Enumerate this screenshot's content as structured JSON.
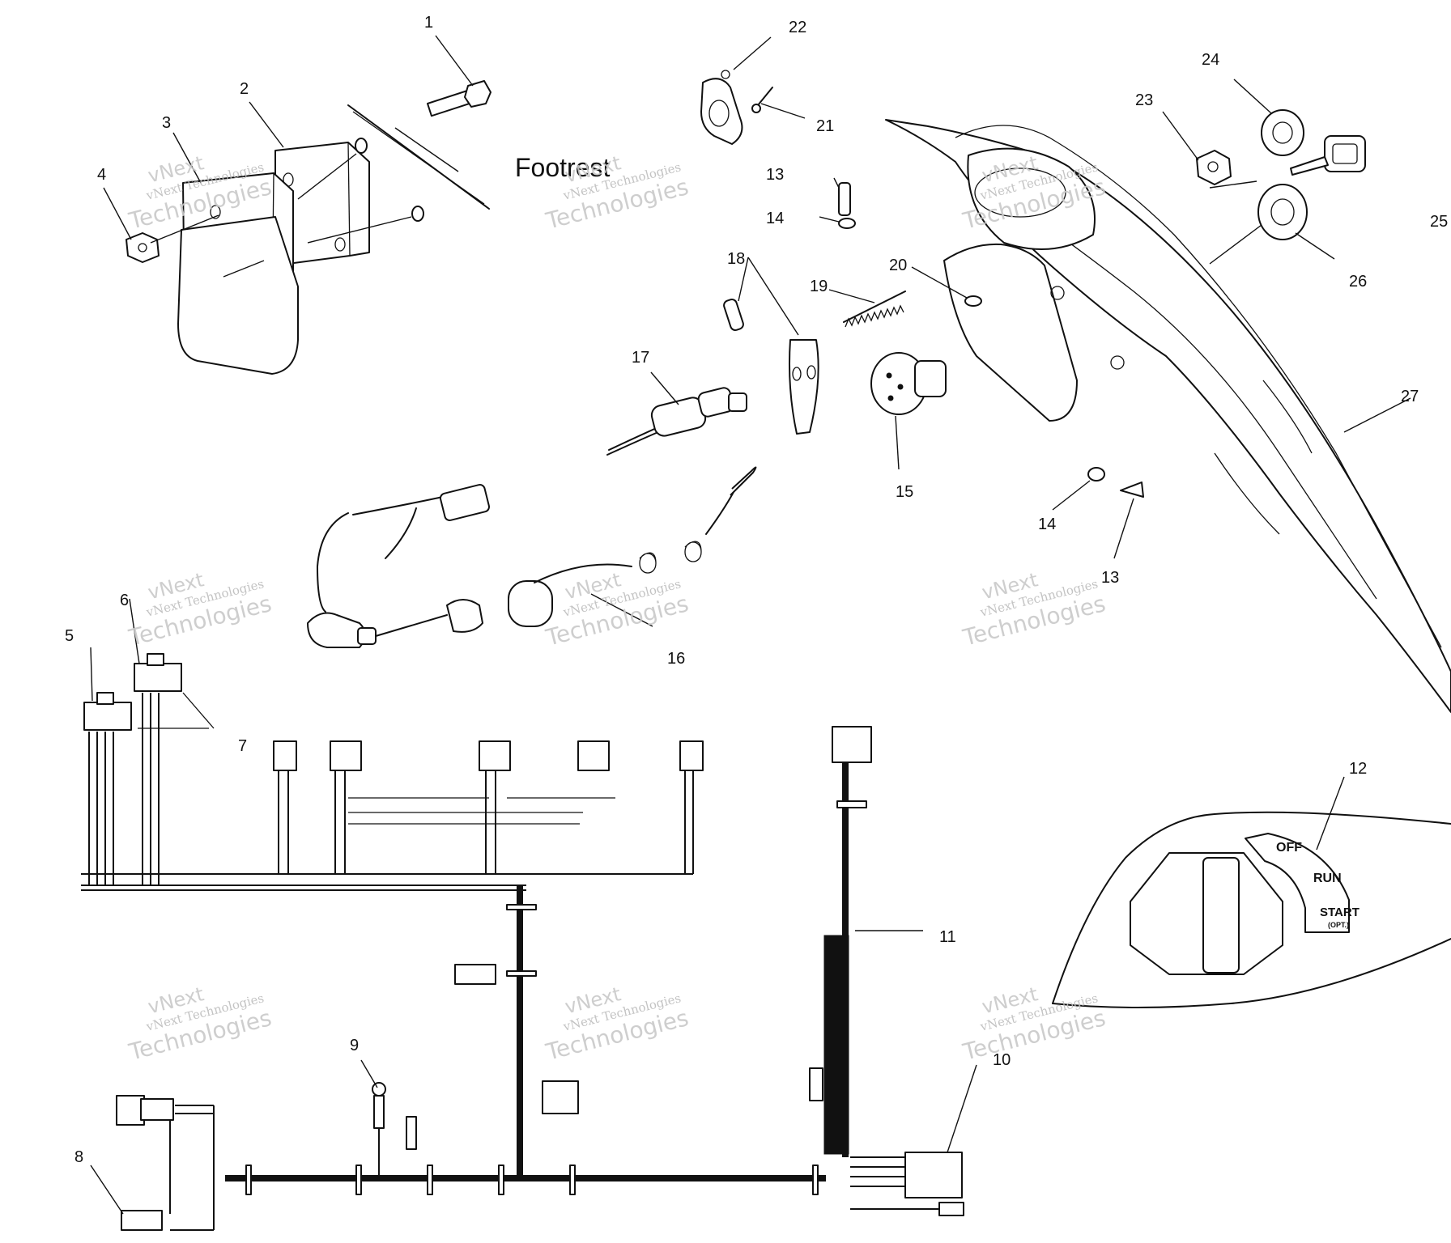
{
  "labels": {
    "footrest": "Footrest",
    "switch_off": "OFF",
    "switch_run": "RUN",
    "switch_start": "START",
    "switch_opt": "(OPT.)"
  },
  "watermark": {
    "line1": "vNext",
    "line2": "vNext Technologies",
    "line3": "Technologies"
  },
  "callouts": [
    {
      "id": "c1",
      "text": "1"
    },
    {
      "id": "c2",
      "text": "2"
    },
    {
      "id": "c3",
      "text": "3"
    },
    {
      "id": "c4",
      "text": "4"
    },
    {
      "id": "c5",
      "text": "5"
    },
    {
      "id": "c6",
      "text": "6"
    },
    {
      "id": "c7",
      "text": "7"
    },
    {
      "id": "c8",
      "text": "8"
    },
    {
      "id": "c9",
      "text": "9"
    },
    {
      "id": "c10",
      "text": "10"
    },
    {
      "id": "c11",
      "text": "11"
    },
    {
      "id": "c12",
      "text": "12"
    },
    {
      "id": "c13a",
      "text": "13"
    },
    {
      "id": "c14a",
      "text": "14"
    },
    {
      "id": "c13b",
      "text": "13"
    },
    {
      "id": "c14b",
      "text": "14"
    },
    {
      "id": "c15",
      "text": "15"
    },
    {
      "id": "c16",
      "text": "16"
    },
    {
      "id": "c17",
      "text": "17"
    },
    {
      "id": "c18",
      "text": "18"
    },
    {
      "id": "c19",
      "text": "19"
    },
    {
      "id": "c20",
      "text": "20"
    },
    {
      "id": "c21",
      "text": "21"
    },
    {
      "id": "c22",
      "text": "22"
    },
    {
      "id": "c23",
      "text": "23"
    },
    {
      "id": "c24",
      "text": "24"
    },
    {
      "id": "c25",
      "text": "25"
    },
    {
      "id": "c26",
      "text": "26"
    },
    {
      "id": "c27",
      "text": "27"
    }
  ],
  "colors": {
    "ink": "#111111",
    "paper": "#ffffff",
    "watermark": "#c9c9c9"
  }
}
